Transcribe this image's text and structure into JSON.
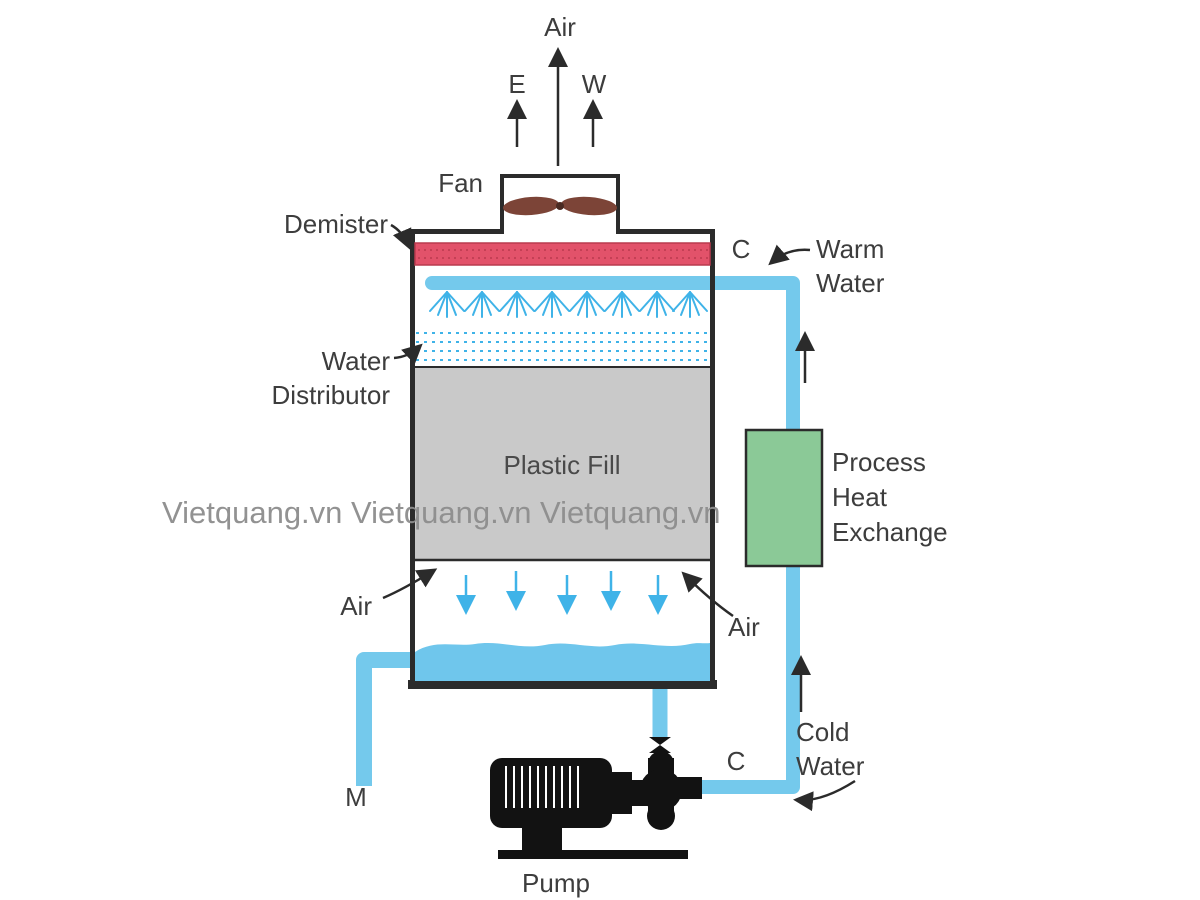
{
  "diagram": {
    "type": "cooling-tower-schematic",
    "watermark": "Vietquang.vn Vietquang.vn Vietquang.vn",
    "labels": {
      "air_top": "Air",
      "exhaust_e": "E",
      "exhaust_w": "W",
      "fan": "Fan",
      "demister": "Demister",
      "c_top": "C",
      "warm_water_line1": "Warm",
      "warm_water_line2": "Water",
      "water_distributor_line1": "Water",
      "water_distributor_line2": "Distributor",
      "plastic_fill": "Plastic Fill",
      "air_left": "Air",
      "air_right": "Air",
      "process_hx_line1": "Process",
      "process_hx_line2": "Heat",
      "process_hx_line3": "Exchange",
      "cold_water_line1": "Cold",
      "cold_water_line2": "Water",
      "c_bottom": "C",
      "makeup_m": "M",
      "pump": "Pump"
    },
    "colors": {
      "water_blue": "#74c9ec",
      "spray_blue": "#3fb3e8",
      "demister_red": "#e2526a",
      "demister_dots": "#b93b4e",
      "fill_gray": "#c9c9c9",
      "hx_green": "#8bc997",
      "pump_black": "#121212",
      "fan_brown": "#7c4437",
      "line_black": "#2b2b2b",
      "text": "#3d3d3d",
      "watermark_gray": "#8d8d8d"
    }
  }
}
